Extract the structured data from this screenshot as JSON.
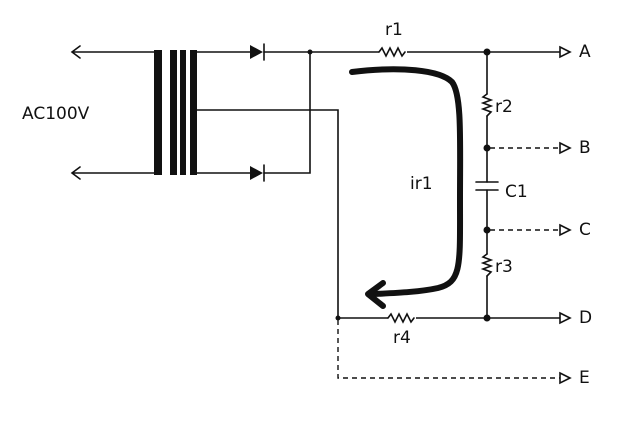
{
  "diagram": {
    "source_label": "AC100V",
    "current_label": "ir1",
    "components": {
      "r1": "r1",
      "r2": "r2",
      "r3": "r3",
      "r4": "r4",
      "c1": "C1"
    },
    "outputs": {
      "a": "A",
      "b": "B",
      "c": "C",
      "d": "D",
      "e": "E"
    },
    "ink_color": "#111111"
  }
}
